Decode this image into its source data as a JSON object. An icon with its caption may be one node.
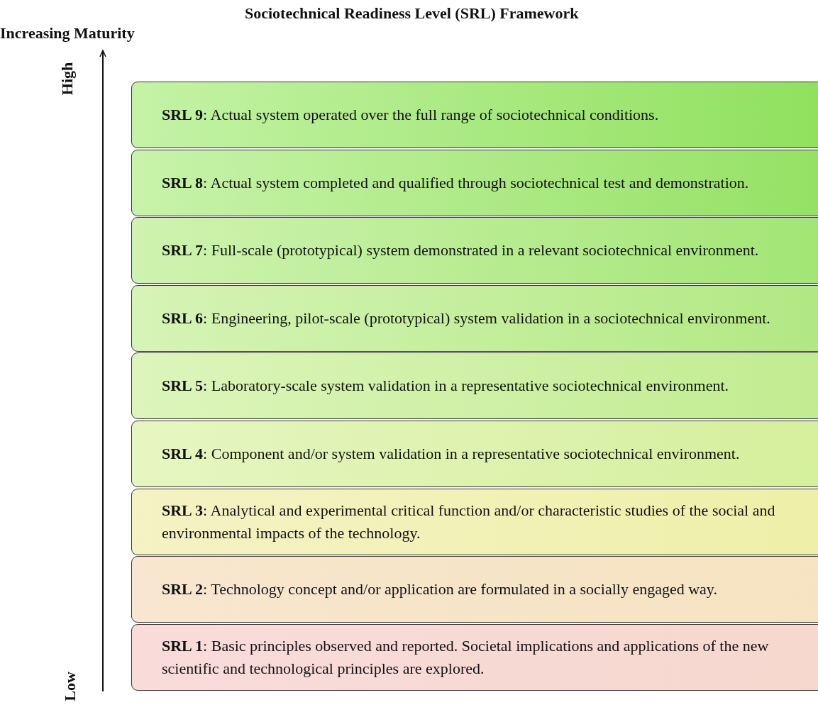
{
  "diagram": {
    "title": "Sociotechnical Readiness Level (SRL) Framework",
    "nodes": [
      {
        "text": [
          "**SRL 9**: Actual system operated over the full range of sociotechnical conditions."
        ]
      },
      {
        "text": [
          "**SRL 8**: Actual system completed and qualified through sociotechnical test and demonstration."
        ]
      },
      {
        "text": [
          "**SRL 7**: Full-scale (prototypical) system demonstrated in a relevant sociotechnical environment."
        ]
      },
      {
        "text": [
          "**SRL 6**: Engineering, pilot-scale (prototypical) system validation in a sociotechnical environment."
        ]
      },
      {
        "text": [
          "**SRL 5**: Laboratory-scale system validation in a representative sociotechnical environment."
        ]
      },
      {
        "text": [
          "**SRL 4**: Component and/or system validation in a representative sociotechnical environment."
        ]
      },
      {
        "text": [
          "**SRL 3**: Analytical and experimental critical function and/or characteristic studies of the social and environmental impacts of the technology."
        ]
      },
      {
        "text": [
          "**SRL 2**: Technology concept and/or application are formulated in a socially engaged way."
        ]
      },
      {
        "text": [
          "**SRL 1**: Basic principles observed and reported. Societal implications and applications of the new scientific and technological principles are explored."
        ]
      }
    ],
    "labels": [
      "Increasing Maturity",
      "High",
      "Low"
    ]
  }
}
